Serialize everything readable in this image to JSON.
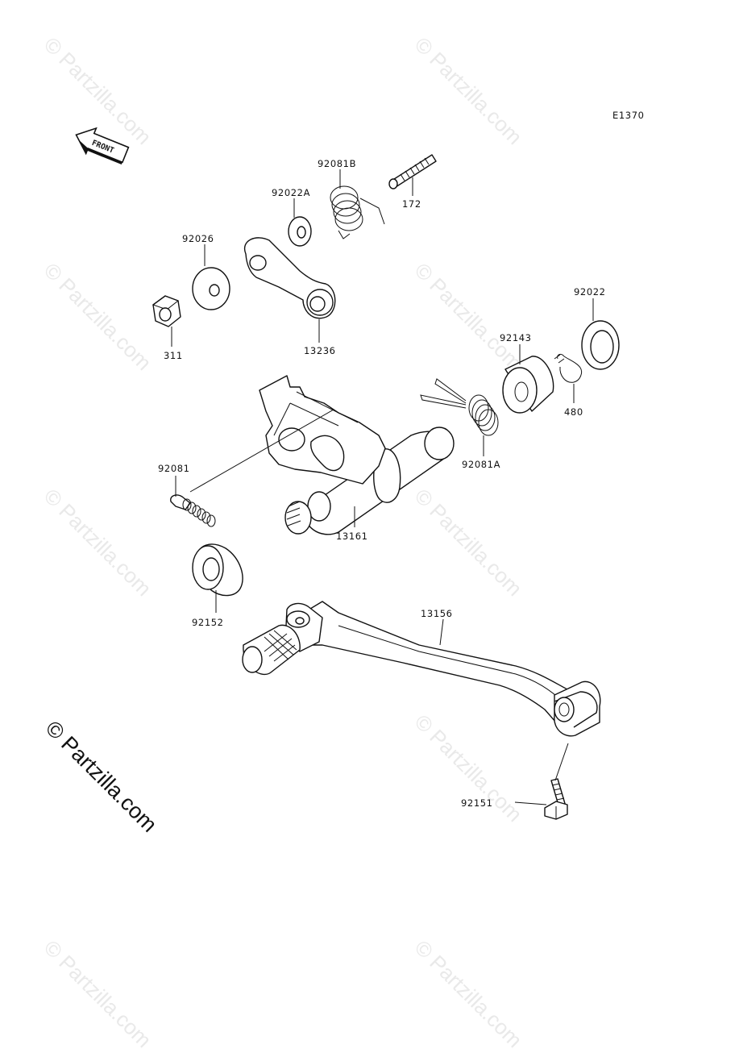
{
  "diagram": {
    "code": "E1370",
    "front_label": "FRONT",
    "watermark": "© Partzilla.com",
    "parts": [
      {
        "id": "92081B"
      },
      {
        "id": "92022A"
      },
      {
        "id": "172"
      },
      {
        "id": "92026"
      },
      {
        "id": "13236"
      },
      {
        "id": "311"
      },
      {
        "id": "92022"
      },
      {
        "id": "92143"
      },
      {
        "id": "480"
      },
      {
        "id": "92081A"
      },
      {
        "id": "92081"
      },
      {
        "id": "13161"
      },
      {
        "id": "92152"
      },
      {
        "id": "13156"
      },
      {
        "id": "92151"
      }
    ]
  }
}
